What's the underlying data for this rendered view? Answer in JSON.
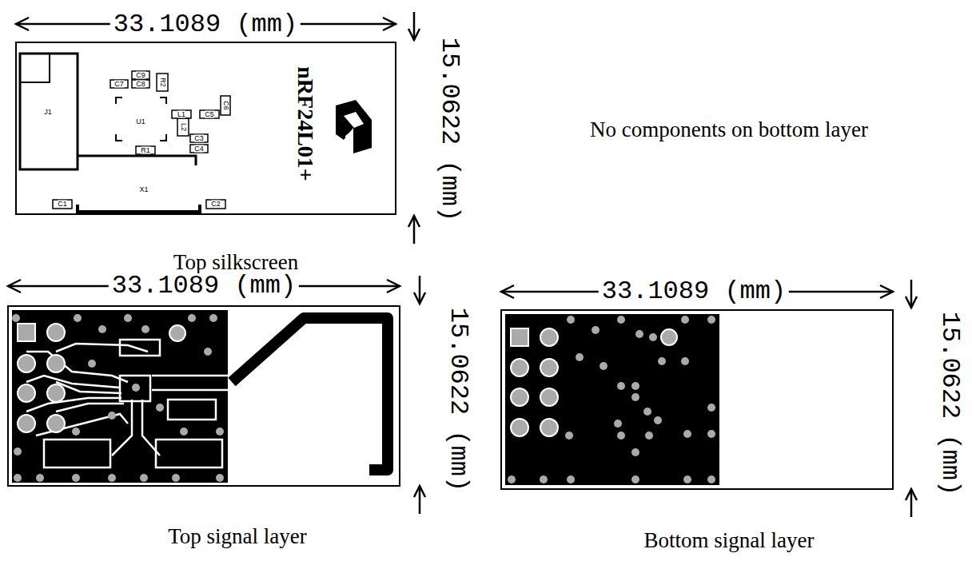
{
  "diagram": {
    "labels": [
      "33.1089 (mm)",
      "15.0622 (mm)",
      "nRF24L01+",
      "J1",
      "C7",
      "C8",
      "C9",
      "R2",
      "U1",
      "L1",
      "C5",
      "C6",
      "L2",
      "C3",
      "C4",
      "R1",
      "X1",
      "C1",
      "C2",
      "Top silkscreen",
      "No components on bottom layer",
      "33.1089 (mm)",
      "15.0622 (mm)",
      "Top signal layer",
      "33.1089 (mm)",
      "15.0622 (mm)",
      "Bottom signal layer"
    ]
  }
}
